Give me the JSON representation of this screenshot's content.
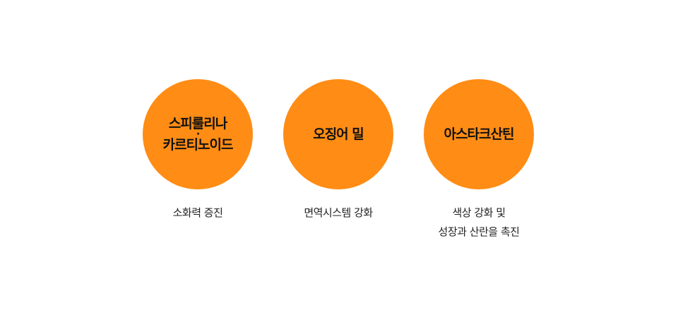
{
  "items": [
    {
      "title_line1": "스피룰리나",
      "title_sep": "·",
      "title_line2": "카르티노이드",
      "desc_line1": "소화력 증진",
      "desc_line2": ""
    },
    {
      "title_line1": "오징어 밀",
      "desc_line1": "면역시스템 강화",
      "desc_line2": ""
    },
    {
      "title_line1": "아스타크산틴",
      "desc_line1": "색상 강화 및",
      "desc_line2": "성장과 산란을 촉진"
    }
  ],
  "colors": {
    "circle": "#FF8C14"
  }
}
